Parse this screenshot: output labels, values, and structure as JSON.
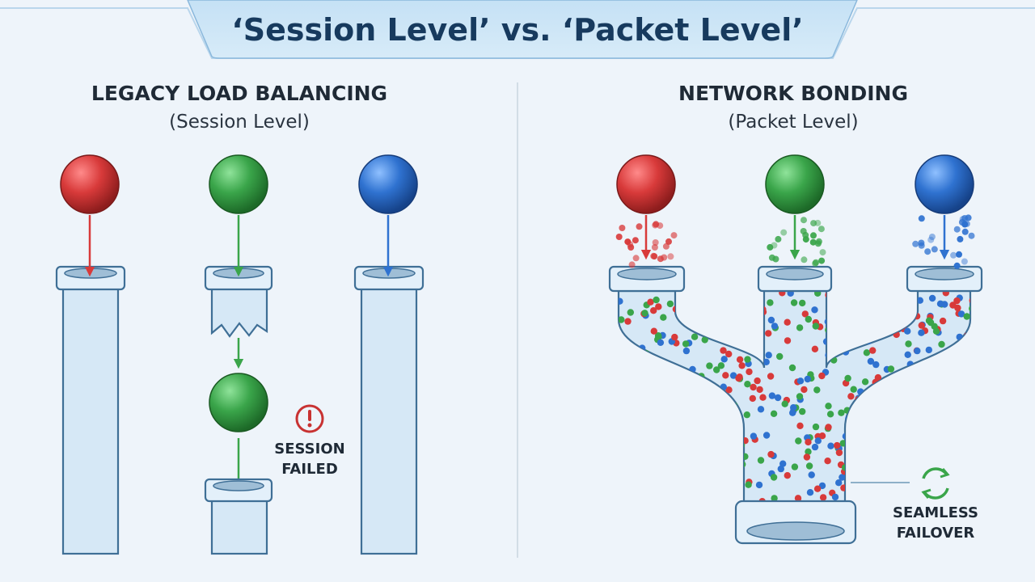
{
  "title": "‘Session Level’ vs. ‘Packet Level’",
  "left": {
    "heading": "LEGACY LOAD BALANCING",
    "subheading": "(Session Level)",
    "status_line1": "SESSION",
    "status_line2": "FAILED"
  },
  "right": {
    "heading": "NETWORK BONDING",
    "subheading": "(Packet Level)",
    "status_line1": "SEAMLESS",
    "status_line2": "FAILOVER"
  },
  "colors": {
    "red": "#d83a3a",
    "green": "#3aa54a",
    "blue": "#2f72d0",
    "title": "#173a5e",
    "alert": "#c83232"
  }
}
